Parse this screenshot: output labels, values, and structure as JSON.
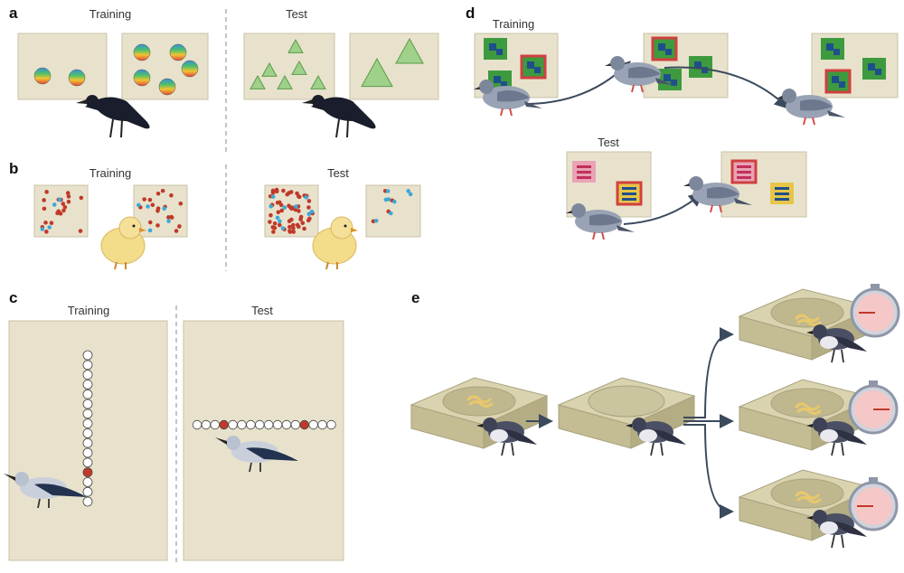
{
  "panels": {
    "a": {
      "label": "a",
      "training": "Training",
      "test": "Test"
    },
    "b": {
      "label": "b",
      "training": "Training",
      "test": "Test"
    },
    "c": {
      "label": "c",
      "training": "Training",
      "test": "Test"
    },
    "d": {
      "label": "d",
      "training": "Training",
      "test": "Test"
    },
    "e": {
      "label": "e"
    }
  },
  "colors": {
    "card": "#e8e2cc",
    "green": "#3e9a3e",
    "blue": "#1f4f8a",
    "red_dot": "#c0392b",
    "blue_dot": "#3fa7d6",
    "pink": "#e9a3b6",
    "yellow": "#e7c548",
    "arrow": "#3b4a5c",
    "timer": "#f2b8b8"
  }
}
